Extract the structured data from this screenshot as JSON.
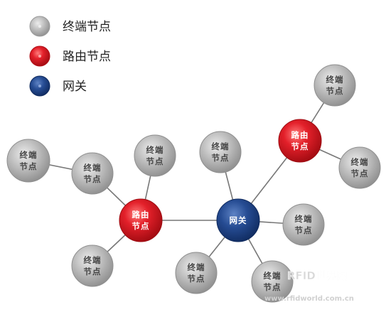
{
  "legend": {
    "terminal": "终端节点",
    "router": "路由节点",
    "gateway": "网关"
  },
  "nodes": {
    "gateway": {
      "line1": "网关"
    },
    "router": {
      "line1": "路由",
      "line2": "节点"
    },
    "terminal": {
      "line1": "终端",
      "line2": "节点"
    }
  },
  "watermark": {
    "brand": "RFID世界网",
    "url": "www.rfidworld.com.cn"
  },
  "colors": {
    "terminal": "#a9a9a9",
    "router": "#d3141e",
    "gateway": "#1b3f83",
    "edge": "#777777"
  }
}
